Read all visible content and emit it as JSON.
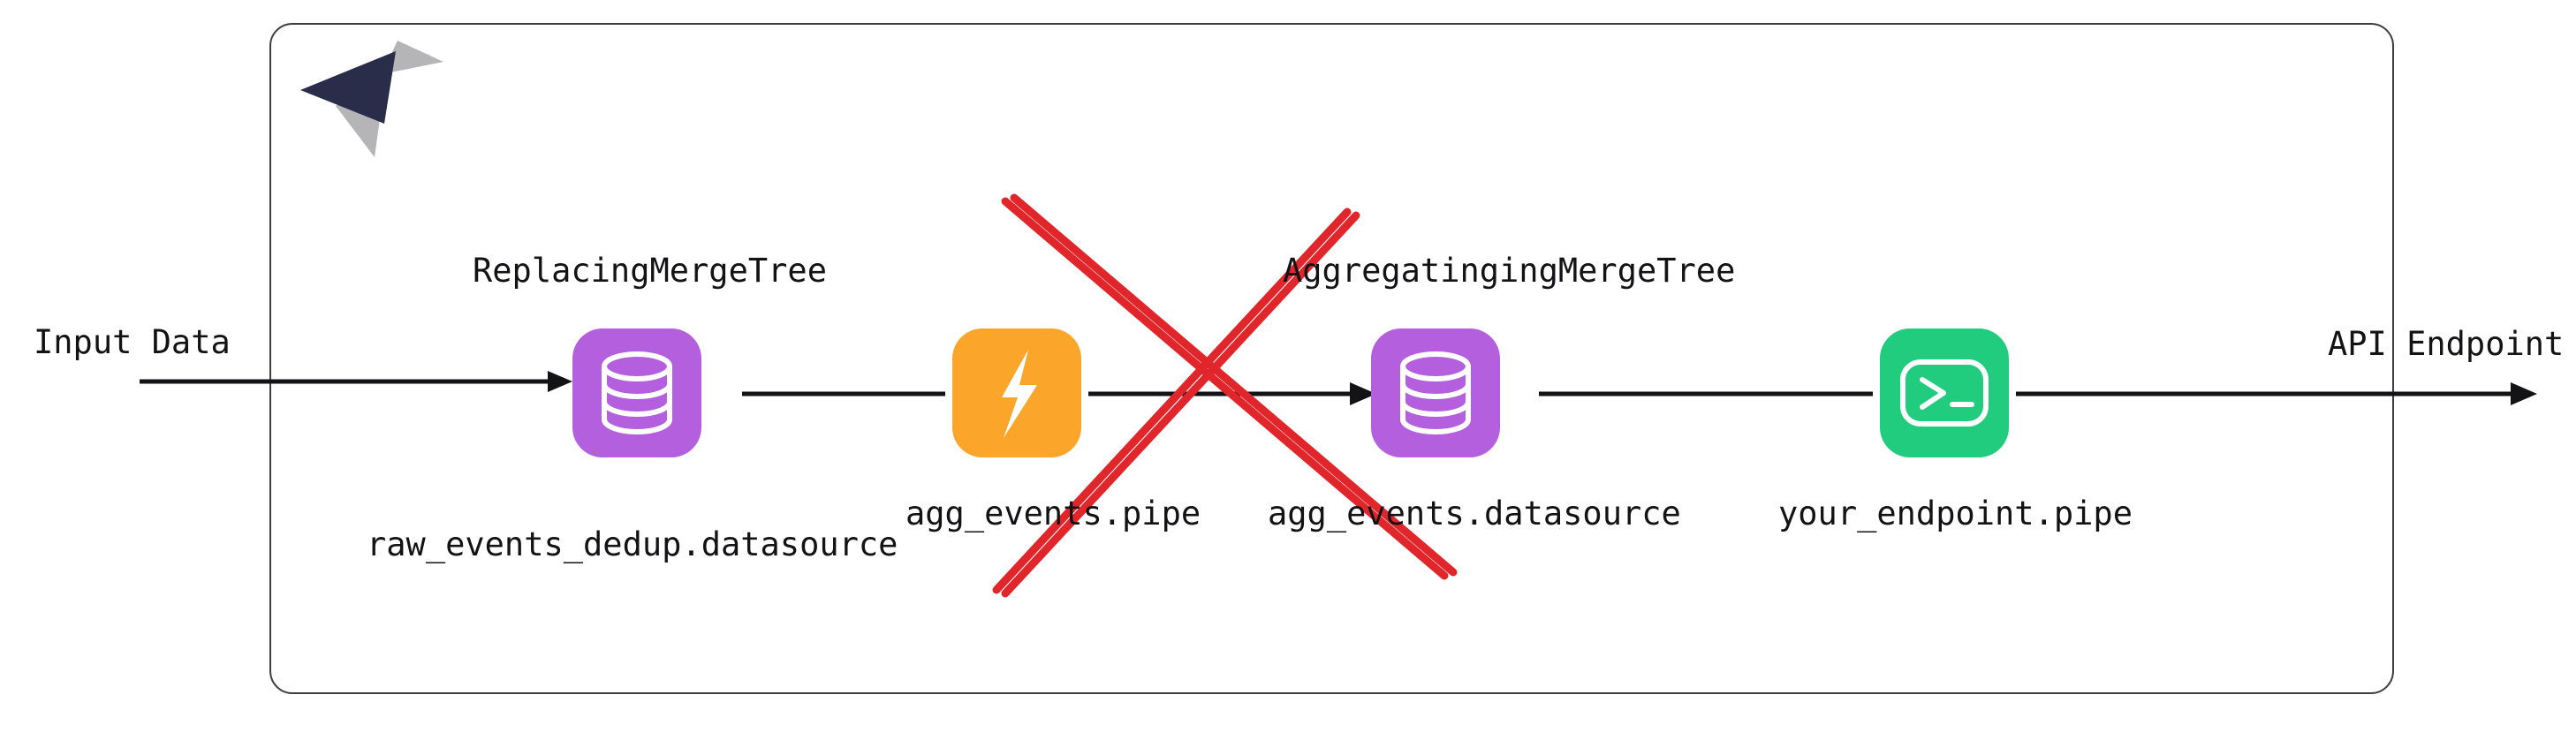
{
  "diagram": {
    "title": "Tinybird data pipeline: deprecated aggregating step crossed out",
    "brand_logo_name": "tinybird-logo",
    "colors": {
      "datasource_purple": "#B45FDE",
      "pipe_orange": "#FBA52B",
      "endpoint_green": "#22CC7E",
      "strike_red": "#E0262B",
      "line_black": "#131316",
      "container_border": "#3d3d42",
      "logo_dark": "#2A2D4A",
      "logo_gray": "#B5B5B8"
    },
    "edge_labels": {
      "input": "Input Data",
      "output": "API Endpoint"
    },
    "nodes": [
      {
        "id": "raw-events-dedup",
        "icon": "database-icon",
        "icon_color": "#B45FDE",
        "top_label": "ReplacingMergeTree",
        "bottom_label": "raw_events_dedup.datasource",
        "struck_out": false
      },
      {
        "id": "agg-events-pipe",
        "icon": "lightning-icon",
        "icon_color": "#FBA52B",
        "top_label": "",
        "bottom_label": "agg_events.pipe",
        "struck_out": true
      },
      {
        "id": "agg-events-datasource",
        "icon": "database-icon",
        "icon_color": "#B45FDE",
        "top_label": "AggregatingingMergeTree",
        "bottom_label": "agg_events.datasource",
        "struck_out": true
      },
      {
        "id": "your-endpoint-pipe",
        "icon": "terminal-icon",
        "icon_color": "#22CC7E",
        "top_label": "",
        "bottom_label": "your_endpoint.pipe",
        "struck_out": false
      }
    ],
    "annotation": {
      "type": "red-x-strikethrough",
      "covers": [
        "agg-events-pipe",
        "agg-events-datasource"
      ]
    }
  }
}
